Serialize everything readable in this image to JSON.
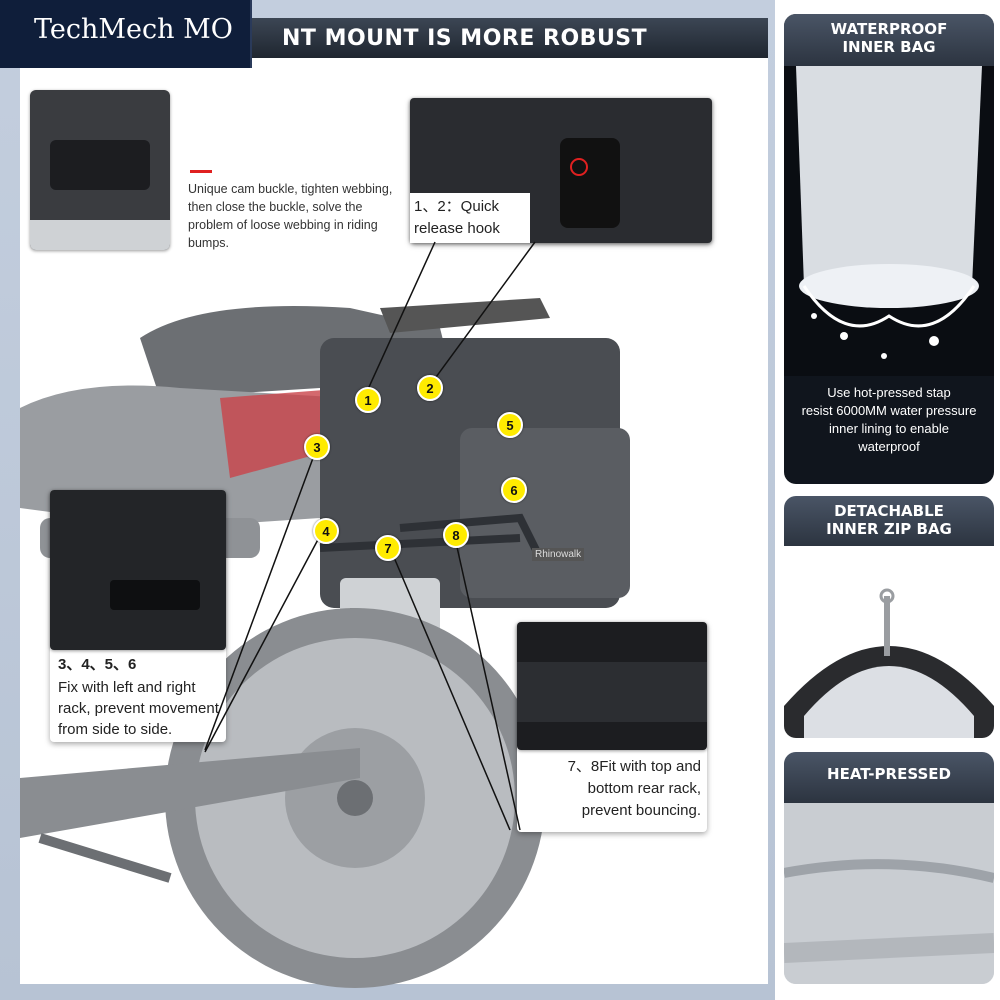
{
  "brand": {
    "name": "TechMech MO"
  },
  "header": {
    "title": "NT MOUNT IS MORE ROBUST"
  },
  "buckle_callout": {
    "text_line1": "Unique cam buckle, tighten webbing,",
    "text_line2": "then close the buckle, solve the",
    "text_line3": "problem of loose webbing in riding",
    "text_line4": "bumps."
  },
  "hook_callout": {
    "line1": "1、2：Quick",
    "line2": "release hook"
  },
  "side_callout": {
    "numbers": "3、4、5、6",
    "line1": "Fix with left and right",
    "line2": "rack, prevent movement",
    "line3": "from side to side."
  },
  "bottom_callout": {
    "line1": "7、8Fit with top and",
    "line2": "bottom rear rack,",
    "line3": "prevent bouncing."
  },
  "markers": [
    "1",
    "2",
    "3",
    "4",
    "5",
    "6",
    "7",
    "8"
  ],
  "moto_badge": "Rhinowalk",
  "right_cards": {
    "waterproof": {
      "title_line1": "WATERPROOF",
      "title_line2": "INNER BAG",
      "desc_line1": "Use hot-pressed stap",
      "desc_line2": "resist 6000MM water pressure",
      "desc_line3": "inner lining to enable",
      "desc_line4": "waterproof"
    },
    "detachable": {
      "title_line1": "DETACHABLE",
      "title_line2": "INNER ZIP BAG"
    },
    "heat": {
      "title": "HEAT-PRESSED"
    }
  },
  "colors": {
    "accent_red": "#e02020",
    "marker_yellow": "#ffeb00",
    "brand_navy": "#0f1e3a"
  }
}
